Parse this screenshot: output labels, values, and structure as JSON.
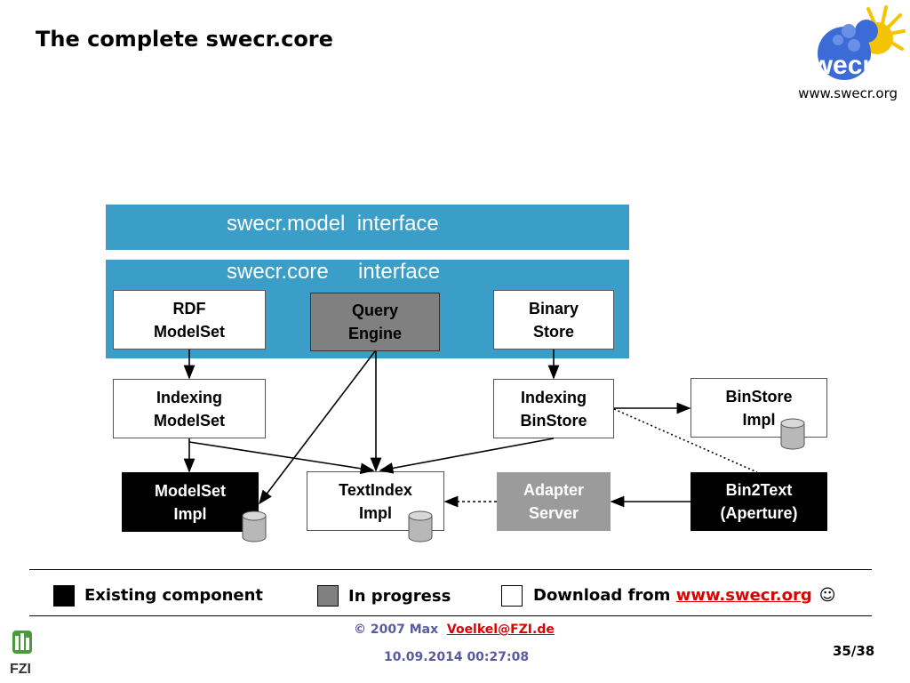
{
  "slide": {
    "title": "The complete swecr.core",
    "logo_text": "swecr",
    "logo_url": "www.swecr.org"
  },
  "bands": {
    "model_interface": "swecr.model  interface",
    "core_interface": "swecr.core     interface"
  },
  "boxes": {
    "rdf_modelset": "RDF\nModelSet",
    "query_engine": "Query\nEngine",
    "binary_store": "Binary\nStore",
    "indexing_modelset": "Indexing\nModelSet",
    "indexing_binstore": "Indexing\nBinStore",
    "binstore_impl": "BinStore\nImpl",
    "modelset_impl": "ModelSet\nImpl",
    "textindex_impl": "TextIndex\nImpl",
    "adapter_server": "Adapter\nServer",
    "bin2text": "Bin2Text\n(Aperture)"
  },
  "legend": {
    "existing": "Existing component",
    "in_progress": "In progress",
    "download_prefix": "Download from ",
    "download_link": "www.swecr.org",
    "smiley": "☺"
  },
  "footer": {
    "copyright": "© 2007 Max",
    "email": "Voelkel@FZI.de",
    "date": "10.09.2014 00:27:08",
    "page": "35/38",
    "fzi_label": "FZI"
  },
  "colors": {
    "band": "#3a9ec8",
    "existing": "#000000",
    "in_progress": "#808080",
    "download": "#ffffff",
    "link": "#e00000"
  }
}
